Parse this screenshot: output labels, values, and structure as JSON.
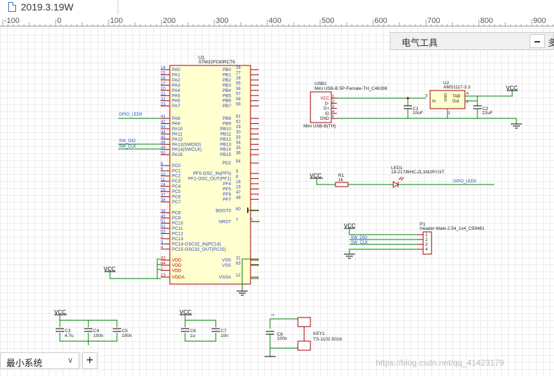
{
  "tab": {
    "title": "2019.3.19W"
  },
  "ruler": {
    "ticks": [
      "-100",
      "0",
      "100",
      "200",
      "300",
      "400",
      "500",
      "600",
      "700",
      "800",
      "900"
    ]
  },
  "panel": {
    "title": "电气工具",
    "clip_char": "多"
  },
  "bottom": {
    "sheet_name": "最小系统",
    "chevron": "∨",
    "add": "+"
  },
  "watermark": "https://blog.csdn.net/qq_41423179",
  "schematic": {
    "u1": {
      "ref": "U1",
      "part": "STM32F030RCT6",
      "left_pins": [
        {
          "n": "14",
          "l": "PA0"
        },
        {
          "n": "15",
          "l": "PA1"
        },
        {
          "n": "16",
          "l": "PA2"
        },
        {
          "n": "17",
          "l": "PA3"
        },
        {
          "n": "20",
          "l": "PA4"
        },
        {
          "n": "21",
          "l": "PA5"
        },
        {
          "n": "22",
          "l": "PA6"
        },
        {
          "n": "23",
          "l": "PA7"
        },
        {
          "n": "41",
          "l": "PA8"
        },
        {
          "n": "42",
          "l": "PA9"
        },
        {
          "n": "43",
          "l": "PA10"
        },
        {
          "n": "44",
          "l": "PA11"
        },
        {
          "n": "45",
          "l": "PA12"
        },
        {
          "n": "46",
          "l": "PA13(SWDIO)"
        },
        {
          "n": "49",
          "l": "PA14(SWCLK)"
        },
        {
          "n": "50",
          "l": "PA15"
        },
        {
          "n": "8",
          "l": "PC0"
        },
        {
          "n": "9",
          "l": "PC1"
        },
        {
          "n": "10",
          "l": "PC2"
        },
        {
          "n": "11",
          "l": "PC3"
        },
        {
          "n": "24",
          "l": "PC4"
        },
        {
          "n": "25",
          "l": "PC5"
        },
        {
          "n": "37",
          "l": "PC6"
        },
        {
          "n": "38",
          "l": "PC7"
        },
        {
          "n": "39",
          "l": "PC8"
        },
        {
          "n": "40",
          "l": "PC9"
        },
        {
          "n": "51",
          "l": "PC10"
        },
        {
          "n": "52",
          "l": "PC11"
        },
        {
          "n": "53",
          "l": "PC12"
        },
        {
          "n": "2",
          "l": "PC13"
        },
        {
          "n": "3",
          "l": "PC14-OSC32_IN(PC14)"
        },
        {
          "n": "4",
          "l": "PC15-OSC32_OUT(PC15)"
        },
        {
          "n": "32",
          "l": "VDD"
        },
        {
          "n": "64",
          "l": "VDD"
        },
        {
          "n": "1",
          "l": "VDD"
        },
        {
          "n": "13",
          "l": "VDDA"
        }
      ],
      "right_pins": [
        {
          "n": "26",
          "l": "PB0"
        },
        {
          "n": "27",
          "l": "PB1"
        },
        {
          "n": "28",
          "l": "PB2"
        },
        {
          "n": "55",
          "l": "PB3"
        },
        {
          "n": "56",
          "l": "PB4"
        },
        {
          "n": "57",
          "l": "PB5"
        },
        {
          "n": "58",
          "l": "PB6"
        },
        {
          "n": "59",
          "l": "PB7"
        },
        {
          "n": "61",
          "l": "PB8"
        },
        {
          "n": "62",
          "l": "PB9"
        },
        {
          "n": "29",
          "l": "PB10"
        },
        {
          "n": "30",
          "l": "PB11"
        },
        {
          "n": "33",
          "l": "PB12"
        },
        {
          "n": "34",
          "l": "PB13"
        },
        {
          "n": "35",
          "l": "PB14"
        },
        {
          "n": "36",
          "l": "PB15"
        },
        {
          "n": "54",
          "l": "PD2"
        },
        {
          "n": "5",
          "l": "PF0-OSC_IN(PF0)"
        },
        {
          "n": "6",
          "l": "PF1-OSC_OUT(PF1)"
        },
        {
          "n": "18",
          "l": "PF4"
        },
        {
          "n": "19",
          "l": "PF5"
        },
        {
          "n": "47",
          "l": "PF6"
        },
        {
          "n": "48",
          "l": "PF7"
        },
        {
          "n": "60",
          "l": "BOOT0"
        },
        {
          "n": "7",
          "l": "NRST"
        },
        {
          "n": "31",
          "l": "VSS"
        },
        {
          "n": "63",
          "l": "VSS"
        },
        {
          "n": "12",
          "l": "VSSA"
        }
      ]
    },
    "nets": {
      "gpio_led0": "GPIO_LED0",
      "swdio": "SW_DIO",
      "swclk": "SW_CLK",
      "vcc": "VCC",
      "rx": "rx"
    },
    "usb": {
      "ref": "USB2",
      "part": "Mini USB-B 5P-Female-TH_C46398",
      "foot": "Mini USB-B(TH)",
      "pins": [
        {
          "n": "1",
          "l": "VCC"
        },
        {
          "n": "2",
          "l": "D-"
        },
        {
          "n": "3",
          "l": "D+"
        },
        {
          "n": "4",
          "l": "ID"
        },
        {
          "n": "5",
          "l": "GND"
        }
      ]
    },
    "u2": {
      "ref": "U2",
      "part": "AMS1117-3.3",
      "pin_in": "In",
      "pin_gnd": "GND",
      "pin_tab": "TAB",
      "pin_out": "Out",
      "n_in": "3",
      "n_gnd": "1",
      "n_tab": "4",
      "n_out": "2"
    },
    "c1": {
      "ref": "C1",
      "val": "10uF"
    },
    "c2": {
      "ref": "C2",
      "val": "22uF"
    },
    "r1": {
      "ref": "R1",
      "val": "1k"
    },
    "led1": {
      "ref": "LED1",
      "part": "19-217/BHC-ZL1M2RY/3T"
    },
    "p1": {
      "ref": "P1",
      "part": "Header-Male-2.54_1x4_C59481",
      "pins": [
        "1",
        "2",
        "3",
        "4"
      ]
    },
    "caps_a": [
      {
        "ref": "C3",
        "val": "4.7u"
      },
      {
        "ref": "C4",
        "val": "100n"
      },
      {
        "ref": "C5",
        "val": "100n"
      }
    ],
    "caps_b": [
      {
        "ref": "C6",
        "val": "1u"
      },
      {
        "ref": "C7",
        "val": "10n"
      }
    ],
    "c8": {
      "ref": "C8",
      "val": "100n"
    },
    "key1": {
      "ref": "KEY1",
      "part": "TS-1102-5016"
    }
  }
}
